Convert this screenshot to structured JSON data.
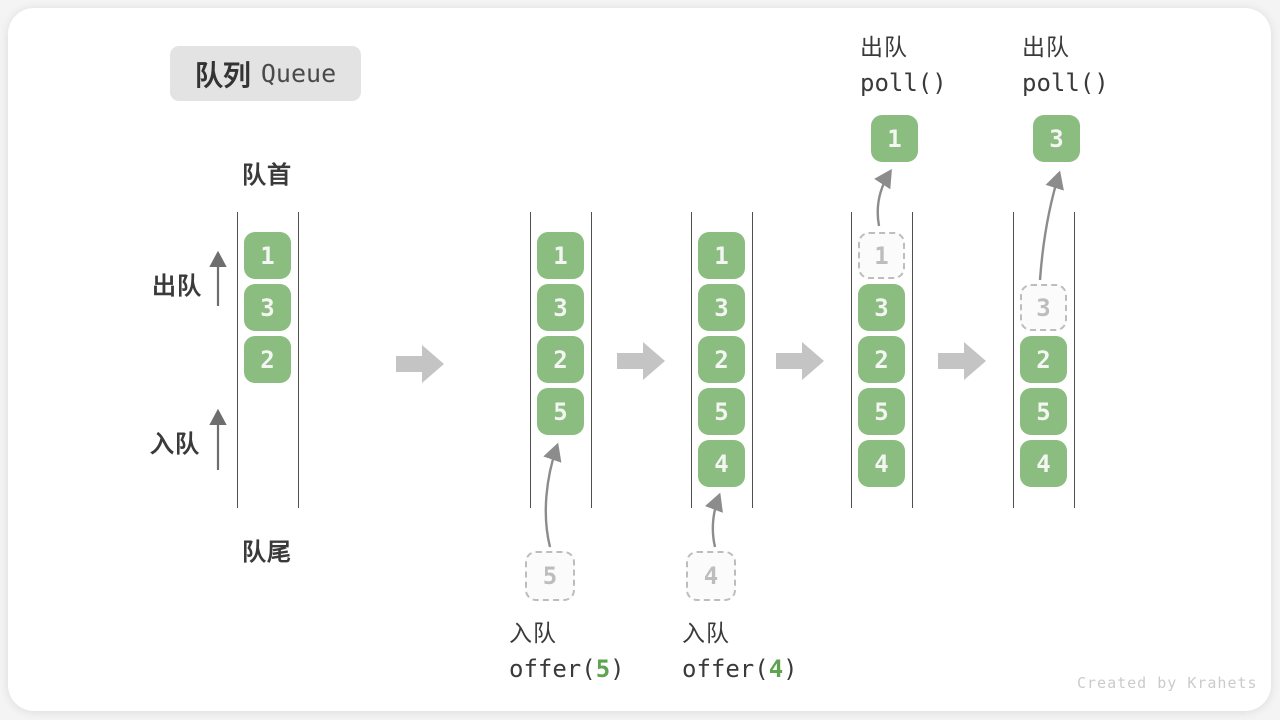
{
  "title": {
    "zh": "队列",
    "en": "Queue"
  },
  "labels": {
    "front": "队首",
    "rear": "队尾",
    "dequeue_side": "出队",
    "enqueue_side": "入队"
  },
  "ops_top": [
    {
      "zh": "出队",
      "code": "poll()"
    },
    {
      "zh": "出队",
      "code": "poll()"
    }
  ],
  "ops_bottom": [
    {
      "zh": "入队",
      "code_pre": "offer(",
      "arg": "5",
      "code_post": ")"
    },
    {
      "zh": "入队",
      "code_pre": "offer(",
      "arg": "4",
      "code_post": ")"
    }
  ],
  "queue_states": [
    {
      "name": "state-1",
      "cells": [
        {
          "row": 0,
          "value": "1",
          "style": "solid"
        },
        {
          "row": 1,
          "value": "3",
          "style": "solid"
        },
        {
          "row": 2,
          "value": "2",
          "style": "solid"
        }
      ]
    },
    {
      "name": "state-2",
      "cells": [
        {
          "row": 0,
          "value": "1",
          "style": "solid"
        },
        {
          "row": 1,
          "value": "3",
          "style": "solid"
        },
        {
          "row": 2,
          "value": "2",
          "style": "solid"
        },
        {
          "row": 3,
          "value": "5",
          "style": "solid"
        }
      ],
      "incoming": "5"
    },
    {
      "name": "state-3",
      "cells": [
        {
          "row": 0,
          "value": "1",
          "style": "solid"
        },
        {
          "row": 1,
          "value": "3",
          "style": "solid"
        },
        {
          "row": 2,
          "value": "2",
          "style": "solid"
        },
        {
          "row": 3,
          "value": "5",
          "style": "solid"
        },
        {
          "row": 4,
          "value": "4",
          "style": "solid"
        }
      ],
      "incoming": "4"
    },
    {
      "name": "state-4",
      "cells": [
        {
          "row": 0,
          "value": "1",
          "style": "dashed"
        },
        {
          "row": 1,
          "value": "3",
          "style": "solid"
        },
        {
          "row": 2,
          "value": "2",
          "style": "solid"
        },
        {
          "row": 3,
          "value": "5",
          "style": "solid"
        },
        {
          "row": 4,
          "value": "4",
          "style": "solid"
        }
      ],
      "outgoing": "1"
    },
    {
      "name": "state-5",
      "cells": [
        {
          "row": 1,
          "value": "3",
          "style": "dashed"
        },
        {
          "row": 2,
          "value": "2",
          "style": "solid"
        },
        {
          "row": 3,
          "value": "5",
          "style": "solid"
        },
        {
          "row": 4,
          "value": "4",
          "style": "solid"
        }
      ],
      "outgoing": "3"
    }
  ],
  "watermark": "Created by Krahets",
  "colors": {
    "box_green": "#8bbc80",
    "arg_green": "#5fa351",
    "block_arrow": "#c4c4c4",
    "thin_arrow": "#8c8c8c",
    "side_arrow": "#6e6e6e",
    "dashed_gray": "#bdbdbd"
  }
}
